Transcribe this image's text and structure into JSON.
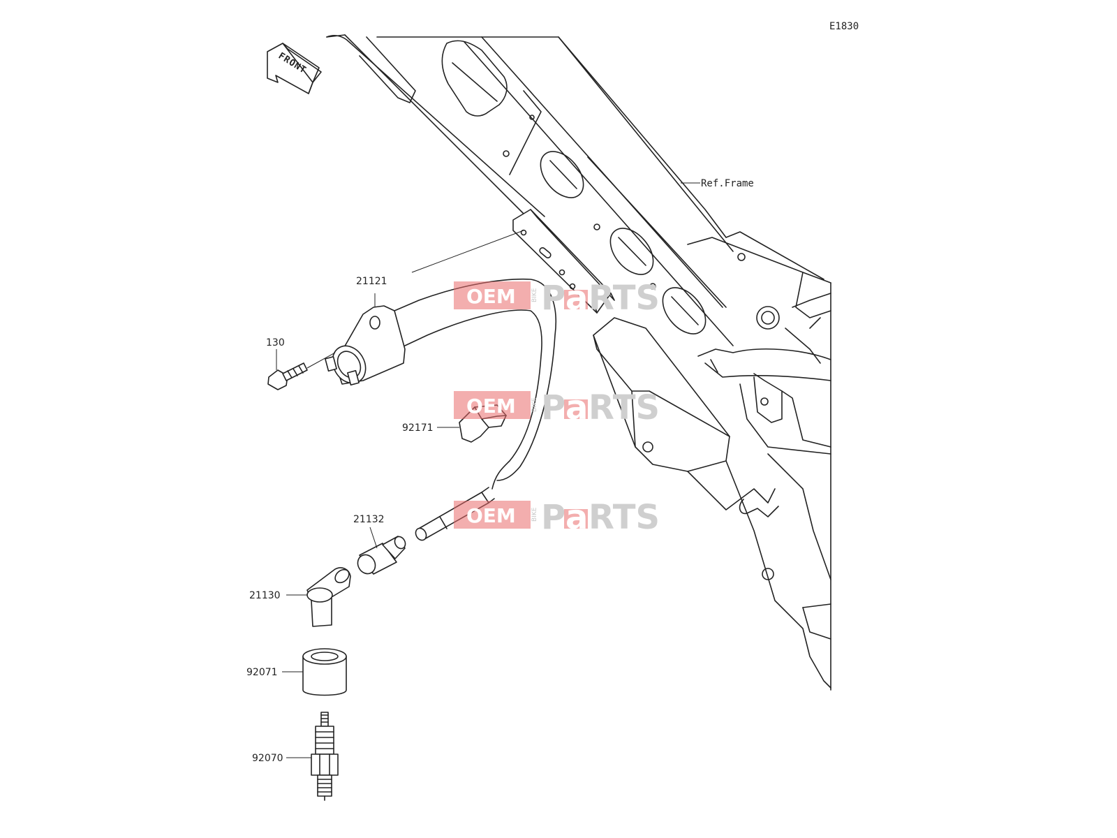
{
  "diagram_code": "E1830",
  "orientation_label": "FRONT",
  "reference_label": "Ref.Frame",
  "watermark": {
    "oem": "OEM",
    "bike": "BIKE",
    "p": "P",
    "a": "a",
    "rts": "RTS"
  },
  "parts": {
    "ignition_coil": "21121",
    "bolt": "130",
    "clamp": "92171",
    "cap_nut": "21132",
    "plug_cap": "21130",
    "seal": "92071",
    "spark_plug": "92070"
  },
  "colors": {
    "line": "#222222",
    "watermark_red": "#ea6b6b",
    "watermark_gray": "#cfcfcf"
  }
}
